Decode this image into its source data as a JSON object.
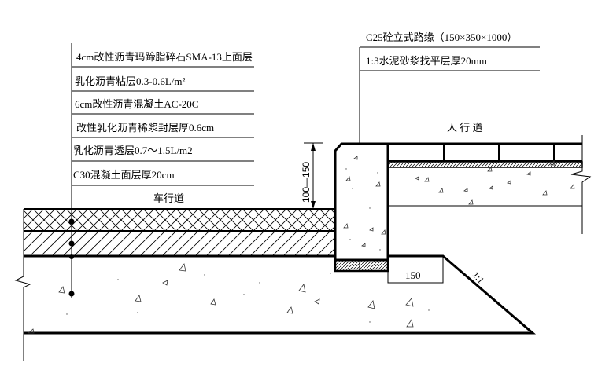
{
  "drawing": {
    "left_callout": {
      "labels": [
        "4cm改性沥青玛蹄脂碎石SMA-13上面层",
        "乳化沥青粘层0.3-0.6L/m²",
        "6cm改性沥青混凝土AC-20C",
        "改性乳化沥青稀浆封层厚0.6cm",
        "乳化沥青透层0.7～1.5L/m2",
        "C30混凝土面层厚20cm"
      ]
    },
    "right_callout": {
      "labels": [
        "C25砼立式路缘（150×350×1000）",
        "1:3水泥砂浆找平层厚20mm"
      ]
    },
    "zones": {
      "carriageway": "车行道",
      "sidewalk": "人 行 道"
    },
    "dimensions": {
      "curb_exposure": "100—150",
      "backing_width": "150",
      "slope": "1:1"
    },
    "colors": {
      "line": "#000000",
      "background": "#ffffff"
    }
  }
}
